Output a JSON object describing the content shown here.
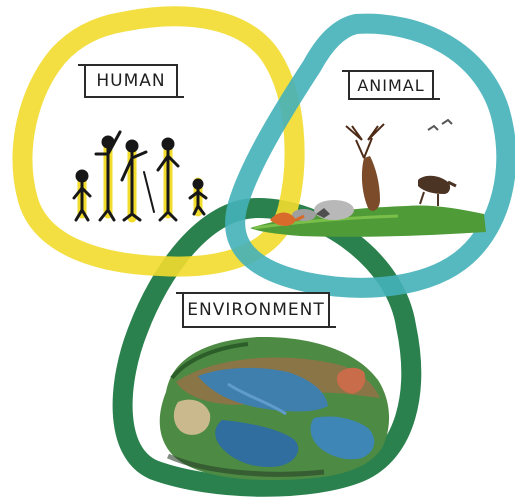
{
  "labels": {
    "human": "HUMAN",
    "animal": "ANIMAL",
    "environment": "ENVIRONMENT"
  },
  "colors": {
    "human_ring": "#f2dc2e",
    "animal_ring": "#45b1b9",
    "environment_ring": "#1f7a43",
    "grass": "#4f9b37",
    "earth_water": "#2f6e9e",
    "earth_land": "#7e6b3f"
  }
}
